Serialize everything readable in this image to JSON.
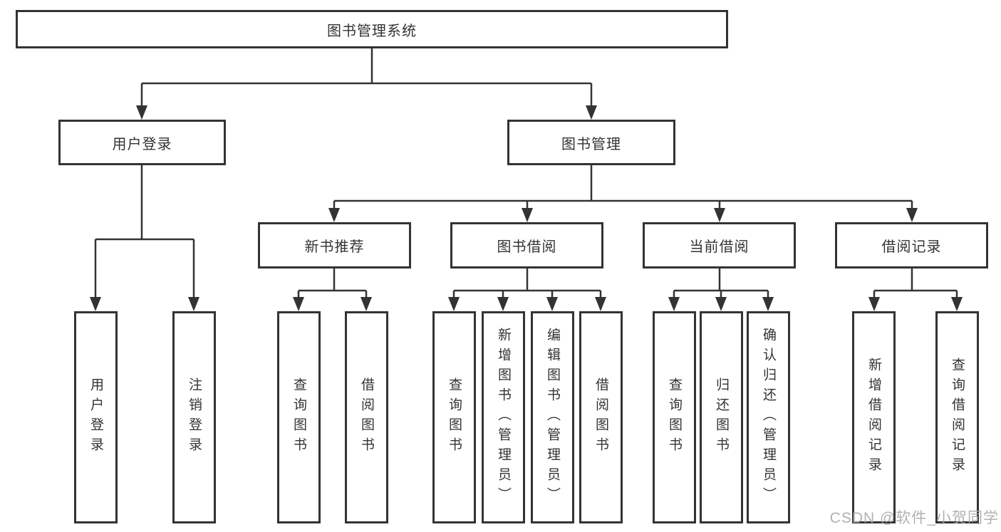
{
  "colors": {
    "line": "#333333",
    "box_border": "#333333",
    "box_background": "#ffffff",
    "text": "#333333",
    "watermark": "#a8a8a8"
  },
  "watermark": "CSDN @软件_小贺同学",
  "tree": {
    "root": {
      "label": "图书管理系统"
    },
    "branches": [
      {
        "label": "用户登录",
        "leaves": [
          {
            "label": "用户登录"
          },
          {
            "label": "注销登录"
          }
        ]
      },
      {
        "label": "图书管理",
        "groups": [
          {
            "label": "新书推荐",
            "leaves": [
              {
                "label": "查询图书"
              },
              {
                "label": "借阅图书"
              }
            ]
          },
          {
            "label": "图书借阅",
            "leaves": [
              {
                "label": "查询图书"
              },
              {
                "label": "新增图书（管理员）"
              },
              {
                "label": "编辑图书（管理员）"
              },
              {
                "label": "借阅图书"
              }
            ]
          },
          {
            "label": "当前借阅",
            "leaves": [
              {
                "label": "查询图书"
              },
              {
                "label": "归还图书"
              },
              {
                "label": "确认归还（管理员）"
              }
            ]
          },
          {
            "label": "借阅记录",
            "leaves": [
              {
                "label": "新增借阅记录"
              },
              {
                "label": "查询借阅记录"
              }
            ]
          }
        ]
      }
    ]
  }
}
